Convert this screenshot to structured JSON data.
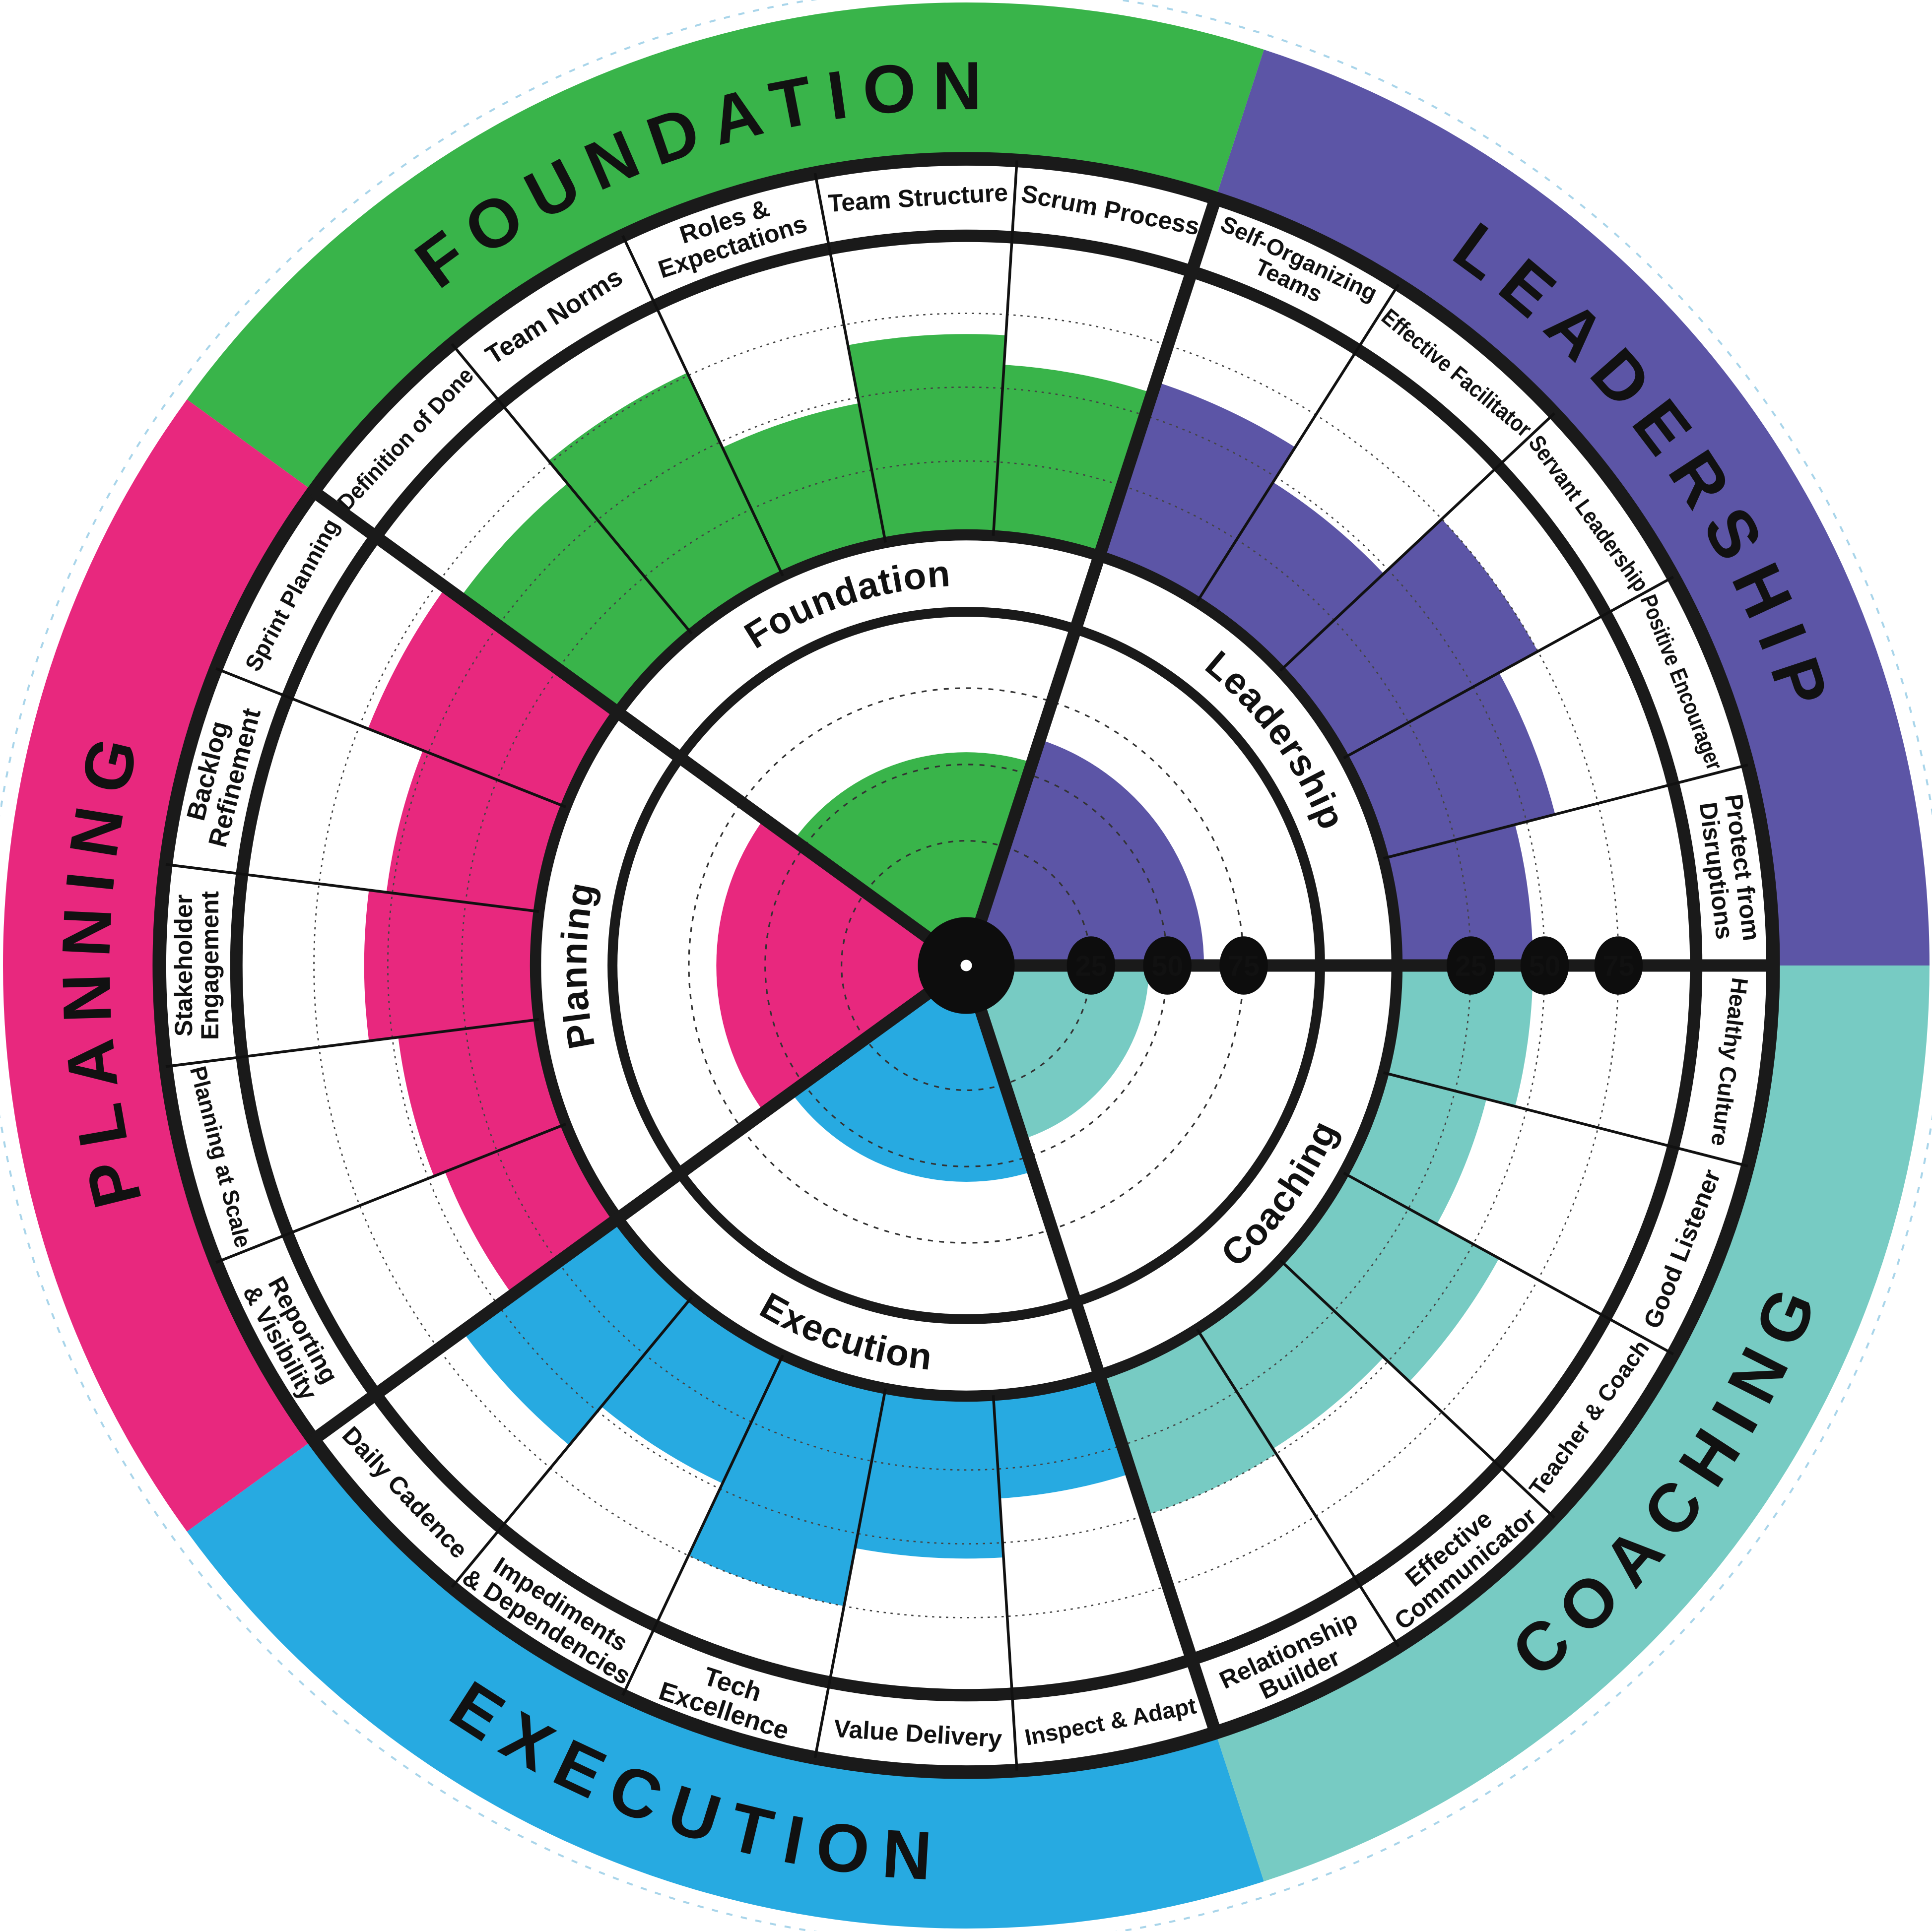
{
  "chart_data": {
    "type": "radial-sector-bar",
    "description_visible_text_only": true,
    "background": "#ffffff",
    "line_color": "#1a1a1a",
    "grid": "dotted concentric circles at 25/50/75 in both scoring zones",
    "scale": {
      "min": 0,
      "max": 100,
      "markers": [
        25,
        50,
        75
      ]
    },
    "legend_position": "none",
    "sectors": [
      {
        "name": "Leadership",
        "band_label": "LEADERSHIP",
        "color": "#5C55A6",
        "start_angle": 0,
        "end_angle": 72,
        "inner_value": 62,
        "spokes": [
          {
            "label": "Protect from Disruptions",
            "label_lines": [
              "Protect from",
              "Disruptions"
            ],
            "value": 46
          },
          {
            "label": "Positive Encourager",
            "label_lines": [
              "Positive Encourager"
            ],
            "value": 60
          },
          {
            "label": "Servant Leadership",
            "label_lines": [
              "Servant Leadership"
            ],
            "value": 75
          },
          {
            "label": "Effective Facilitator",
            "label_lines": [
              "Effective Facilitator"
            ],
            "value": 48
          },
          {
            "label": "Self-Organizing Teams",
            "label_lines": [
              "Self-Organizing",
              "Teams"
            ],
            "value": 62
          }
        ]
      },
      {
        "name": "Foundation",
        "band_label": "FOUNDATION",
        "color": "#39B44A",
        "start_angle": 72,
        "end_angle": 144,
        "inner_value": 54,
        "spokes": [
          {
            "label": "Scrum Process",
            "label_lines": [
              "Scrum Process"
            ],
            "value": 58
          },
          {
            "label": "Team Structure",
            "label_lines": [
              "Team Structure"
            ],
            "value": 68
          },
          {
            "label": "Roles & Expectations",
            "label_lines": [
              "Roles &",
              "Expectations"
            ],
            "value": 48
          },
          {
            "label": "Team Norms",
            "label_lines": [
              "Team Norms"
            ],
            "value": 76
          },
          {
            "label": "Definition of Done",
            "label_lines": [
              "Definition of Done"
            ],
            "value": 66
          }
        ]
      },
      {
        "name": "Planning",
        "band_label": "PLANNING",
        "color": "#E8287E",
        "start_angle": 144,
        "end_angle": 216,
        "inner_value": 66,
        "spokes": [
          {
            "label": "Sprint Planning",
            "label_lines": [
              "Sprint Planning"
            ],
            "value": 72
          },
          {
            "label": "Backlog Refinement",
            "label_lines": [
              "Backlog",
              "Refinement"
            ],
            "value": 52
          },
          {
            "label": "Stakeholder Engagement",
            "label_lines": [
              "Stakeholder",
              "Engagement"
            ],
            "value": 58
          },
          {
            "label": "Planning at Scale",
            "label_lines": [
              "Planning at Scale"
            ],
            "value": 48
          },
          {
            "label": "Reporting & Visibility",
            "label_lines": [
              "Reporting",
              "& Visibility"
            ],
            "value": 44
          }
        ]
      },
      {
        "name": "Execution",
        "band_label": "EXECUTION",
        "color": "#27AAE1",
        "start_angle": 216,
        "end_angle": 288,
        "inner_value": 55,
        "spokes": [
          {
            "label": "Daily Cadence",
            "label_lines": [
              "Daily Cadence"
            ],
            "value": 65
          },
          {
            "label": "Impediments & Dependencies",
            "label_lines": [
              "Impediments",
              "& Dependencies"
            ],
            "value": 48
          },
          {
            "label": "Tech Excellence",
            "label_lines": [
              "Tech",
              "Excellence"
            ],
            "value": 75
          },
          {
            "label": "Value Delivery",
            "label_lines": [
              "Value Delivery"
            ],
            "value": 55
          },
          {
            "label": "Inspect & Adapt",
            "label_lines": [
              "Inspect & Adapt"
            ],
            "value": 35
          }
        ]
      },
      {
        "name": "Coaching",
        "band_label": "COACHING",
        "color": "#77CBC3",
        "start_angle": 288,
        "end_angle": 360,
        "inner_value": 44,
        "spokes": [
          {
            "label": "Relationship Builder",
            "label_lines": [
              "Relationship",
              "Builder"
            ],
            "value": 50
          },
          {
            "label": "Effective Communicator",
            "label_lines": [
              "Effective",
              "Communicator"
            ],
            "value": 48
          },
          {
            "label": "Teacher & Coach",
            "label_lines": [
              "Teacher & Coach"
            ],
            "value": 60
          },
          {
            "label": "Good Listener",
            "label_lines": [
              "Good Listener"
            ],
            "value": 36
          },
          {
            "label": "Healthy Culture",
            "label_lines": [
              "Healthy Culture"
            ],
            "value": 46
          }
        ]
      }
    ]
  }
}
